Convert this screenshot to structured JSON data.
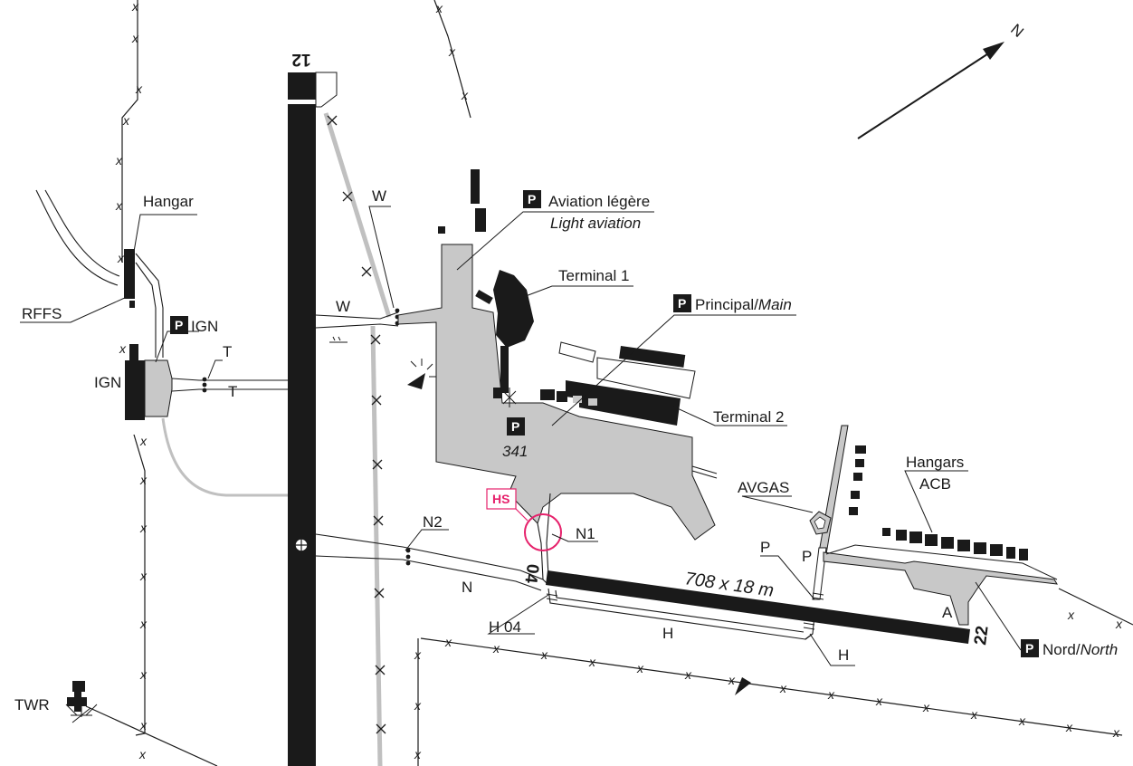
{
  "map": {
    "runway": {
      "north_designator": "12",
      "threshold_04": "04",
      "threshold_22": "22",
      "dimensions": "708 x 18 m"
    },
    "north_label": "N",
    "labels": {
      "hangar": "Hangar",
      "rffs": "RFFS",
      "ign_parking": "IGN",
      "ign": "IGN",
      "twy_t_top": "T",
      "twy_t_bottom": "T",
      "twy_w_top": "W",
      "twy_w_left": "W",
      "light_aviation_fr": "Aviation légère",
      "light_aviation_en": "Light aviation",
      "terminal1": "Terminal 1",
      "principal_fr": "Principal/",
      "principal_en": "Main",
      "terminal2": "Terminal 2",
      "stand": "341",
      "hs": "HS",
      "n1": "N1",
      "n2": "N2",
      "n": "N",
      "h04": "H 04",
      "h_mid": "H",
      "h_right": "H",
      "avgas": "AVGAS",
      "p_upper": "P",
      "p_lower": "P",
      "hangars": "Hangars",
      "acb": "ACB",
      "a": "A",
      "nord_fr": "Nord/",
      "nord_en": "North",
      "twr": "TWR",
      "parking_p": "P",
      "fence_x": "x"
    }
  },
  "colors": {
    "runway": "#1a1a1a",
    "apron": "#c8c8c8",
    "hotspot": "#e6216b",
    "taxiway_outline": "#1a1a1a"
  }
}
